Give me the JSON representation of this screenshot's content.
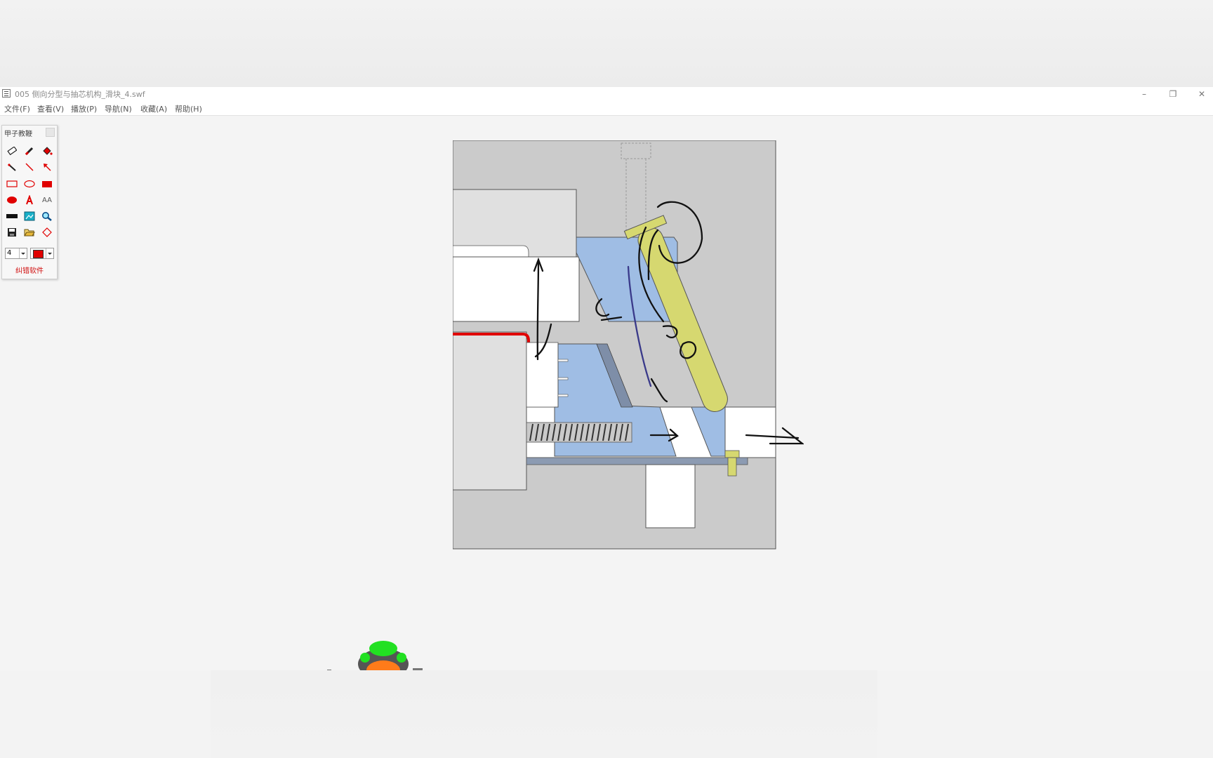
{
  "window": {
    "title": "005 侧向分型与抽芯机构_滑块_4.swf",
    "controls": {
      "minimize": "–",
      "maximize": "❐",
      "close": "✕"
    }
  },
  "menu": [
    {
      "label": "文件(F)"
    },
    {
      "label": "查看(V)"
    },
    {
      "label": "播放(P)"
    },
    {
      "label": "导航(N)"
    },
    {
      "label": "收藏(A)"
    },
    {
      "label": "帮助(H)"
    }
  ],
  "toolbox": {
    "title": "甲子教鞭",
    "footer": "纠错软件",
    "size_value": "4",
    "color_value": "#e00000",
    "font_tool_label": "AA",
    "tools": [
      "eraser-icon",
      "pen-icon",
      "fill-bucket-icon",
      "brush-icon",
      "line-icon",
      "arrow-icon",
      "rectangle-icon",
      "ellipse-icon",
      "filled-rectangle-icon",
      "filled-ellipse-icon",
      "text-icon",
      "font-icon",
      "black-bar-icon",
      "screen-capture-icon",
      "magnifier-icon",
      "save-icon",
      "open-folder-icon",
      "clear-icon"
    ]
  },
  "colors": {
    "mold_gray": "#cbcbcb",
    "slider_blue": "#9fbde4",
    "angle_pin_yellow": "#d6d870",
    "parting_red": "#e00000",
    "annotation_ink": "#111111"
  }
}
